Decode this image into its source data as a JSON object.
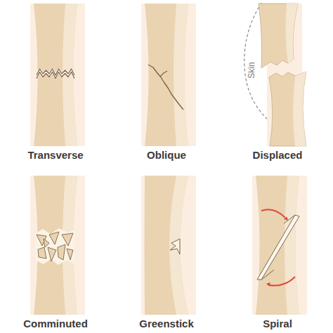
{
  "diagram": {
    "labels": [
      "Transverse",
      "Oblique",
      "Displaced",
      "Skin",
      "Comminuted",
      "Greenstick",
      "Spiral"
    ]
  }
}
